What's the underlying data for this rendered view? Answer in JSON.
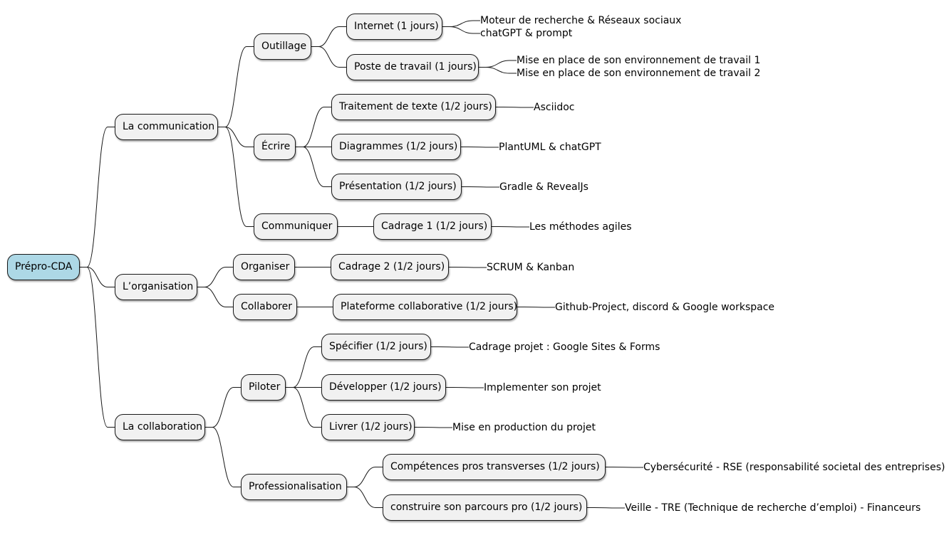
{
  "mindmap": {
    "root": {
      "label": "Prépro-CDA",
      "color": "#ADD8E6",
      "children": [
        {
          "label": "La communication",
          "children": [
            {
              "label": "Outillage",
              "children": [
                {
                  "label": "Internet (1 jours)",
                  "leaves": [
                    "Moteur de recherche & Réseaux sociaux",
                    "chatGPT & prompt"
                  ]
                },
                {
                  "label": "Poste de travail (1 jours)",
                  "leaves": [
                    "Mise en place de son environnement de travail 1",
                    "Mise en place de son environnement de travail 2"
                  ]
                }
              ]
            },
            {
              "label": "Écrire",
              "children": [
                {
                  "label": "Traitement de texte (1/2 jours)",
                  "leaves": [
                    "Asciidoc"
                  ]
                },
                {
                  "label": "Diagrammes (1/2 jours)",
                  "leaves": [
                    "PlantUML & chatGPT"
                  ]
                },
                {
                  "label": "Présentation (1/2 jours)",
                  "leaves": [
                    "Gradle & RevealJs"
                  ]
                }
              ]
            },
            {
              "label": "Communiquer",
              "children": [
                {
                  "label": "Cadrage 1 (1/2 jours)",
                  "leaves": [
                    "Les méthodes agiles"
                  ]
                }
              ]
            }
          ]
        },
        {
          "label": "L’organisation",
          "children": [
            {
              "label": "Organiser",
              "children": [
                {
                  "label": "Cadrage 2 (1/2 jours)",
                  "leaves": [
                    "SCRUM & Kanban"
                  ]
                }
              ]
            },
            {
              "label": "Collaborer",
              "children": [
                {
                  "label": "Plateforme collaborative (1/2 jours)",
                  "leaves": [
                    "Github-Project, discord & Google workspace"
                  ]
                }
              ]
            }
          ]
        },
        {
          "label": "La collaboration",
          "children": [
            {
              "label": "Piloter",
              "children": [
                {
                  "label": "Spécifier (1/2 jours)",
                  "leaves": [
                    "Cadrage projet : Google Sites & Forms"
                  ]
                },
                {
                  "label": "Développer (1/2 jours)",
                  "leaves": [
                    "Implementer son projet"
                  ]
                },
                {
                  "label": "Livrer (1/2 jours)",
                  "leaves": [
                    "Mise en production du projet"
                  ]
                }
              ]
            },
            {
              "label": "Professionalisation",
              "children": [
                {
                  "label": "Compétences pros transverses (1/2 jours)",
                  "leaves": [
                    "Cybersécurité - RSE (responsabilité societal des entreprises)"
                  ]
                },
                {
                  "label": "construire son parcours pro (1/2 jours)",
                  "leaves": [
                    "Veille - TRE (Technique de recherche d’emploi) - Financeurs"
                  ]
                }
              ]
            }
          ]
        }
      ]
    }
  }
}
